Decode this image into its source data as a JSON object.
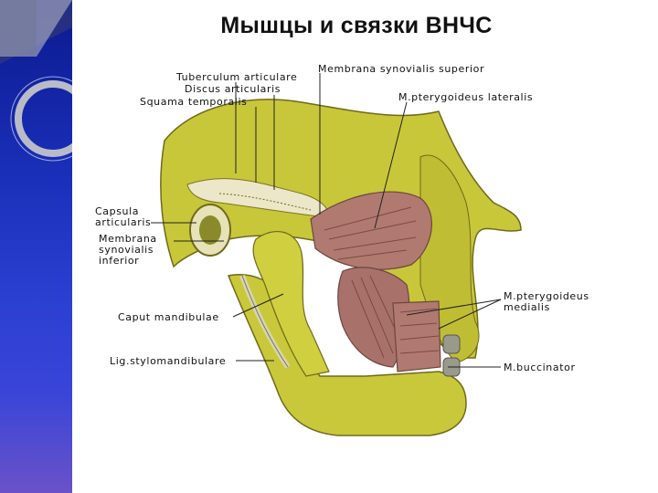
{
  "slide": {
    "title": "Мышцы и связки ВНЧС"
  },
  "figure": {
    "labels": {
      "tuberculum": "Tuberculum articulare",
      "discus": "Discus articularis",
      "squama": "Squama temporalis",
      "membrana_superior": "Membrana synovialis superior",
      "pterygoideus_lateralis": "M.pterygoideus lateralis",
      "capsula_1": "Capsula",
      "capsula_2": "articularis",
      "membrana_inferior_1": "Membrana",
      "membrana_inferior_2": "synovialis",
      "membrana_inferior_3": "inferior",
      "caput": "Caput mandibulae",
      "lig": "Lig.stylomandibulare",
      "pterygoideus_medialis_1": "M.pterygoideus",
      "pterygoideus_medialis_2": "medialis",
      "buccinator": "M.buccinator"
    }
  },
  "colors": {
    "bone": "#c9c83a",
    "bone_dark": "#8e8a22",
    "muscle": "#b07a70",
    "sidebar": "#1a2fb8"
  }
}
